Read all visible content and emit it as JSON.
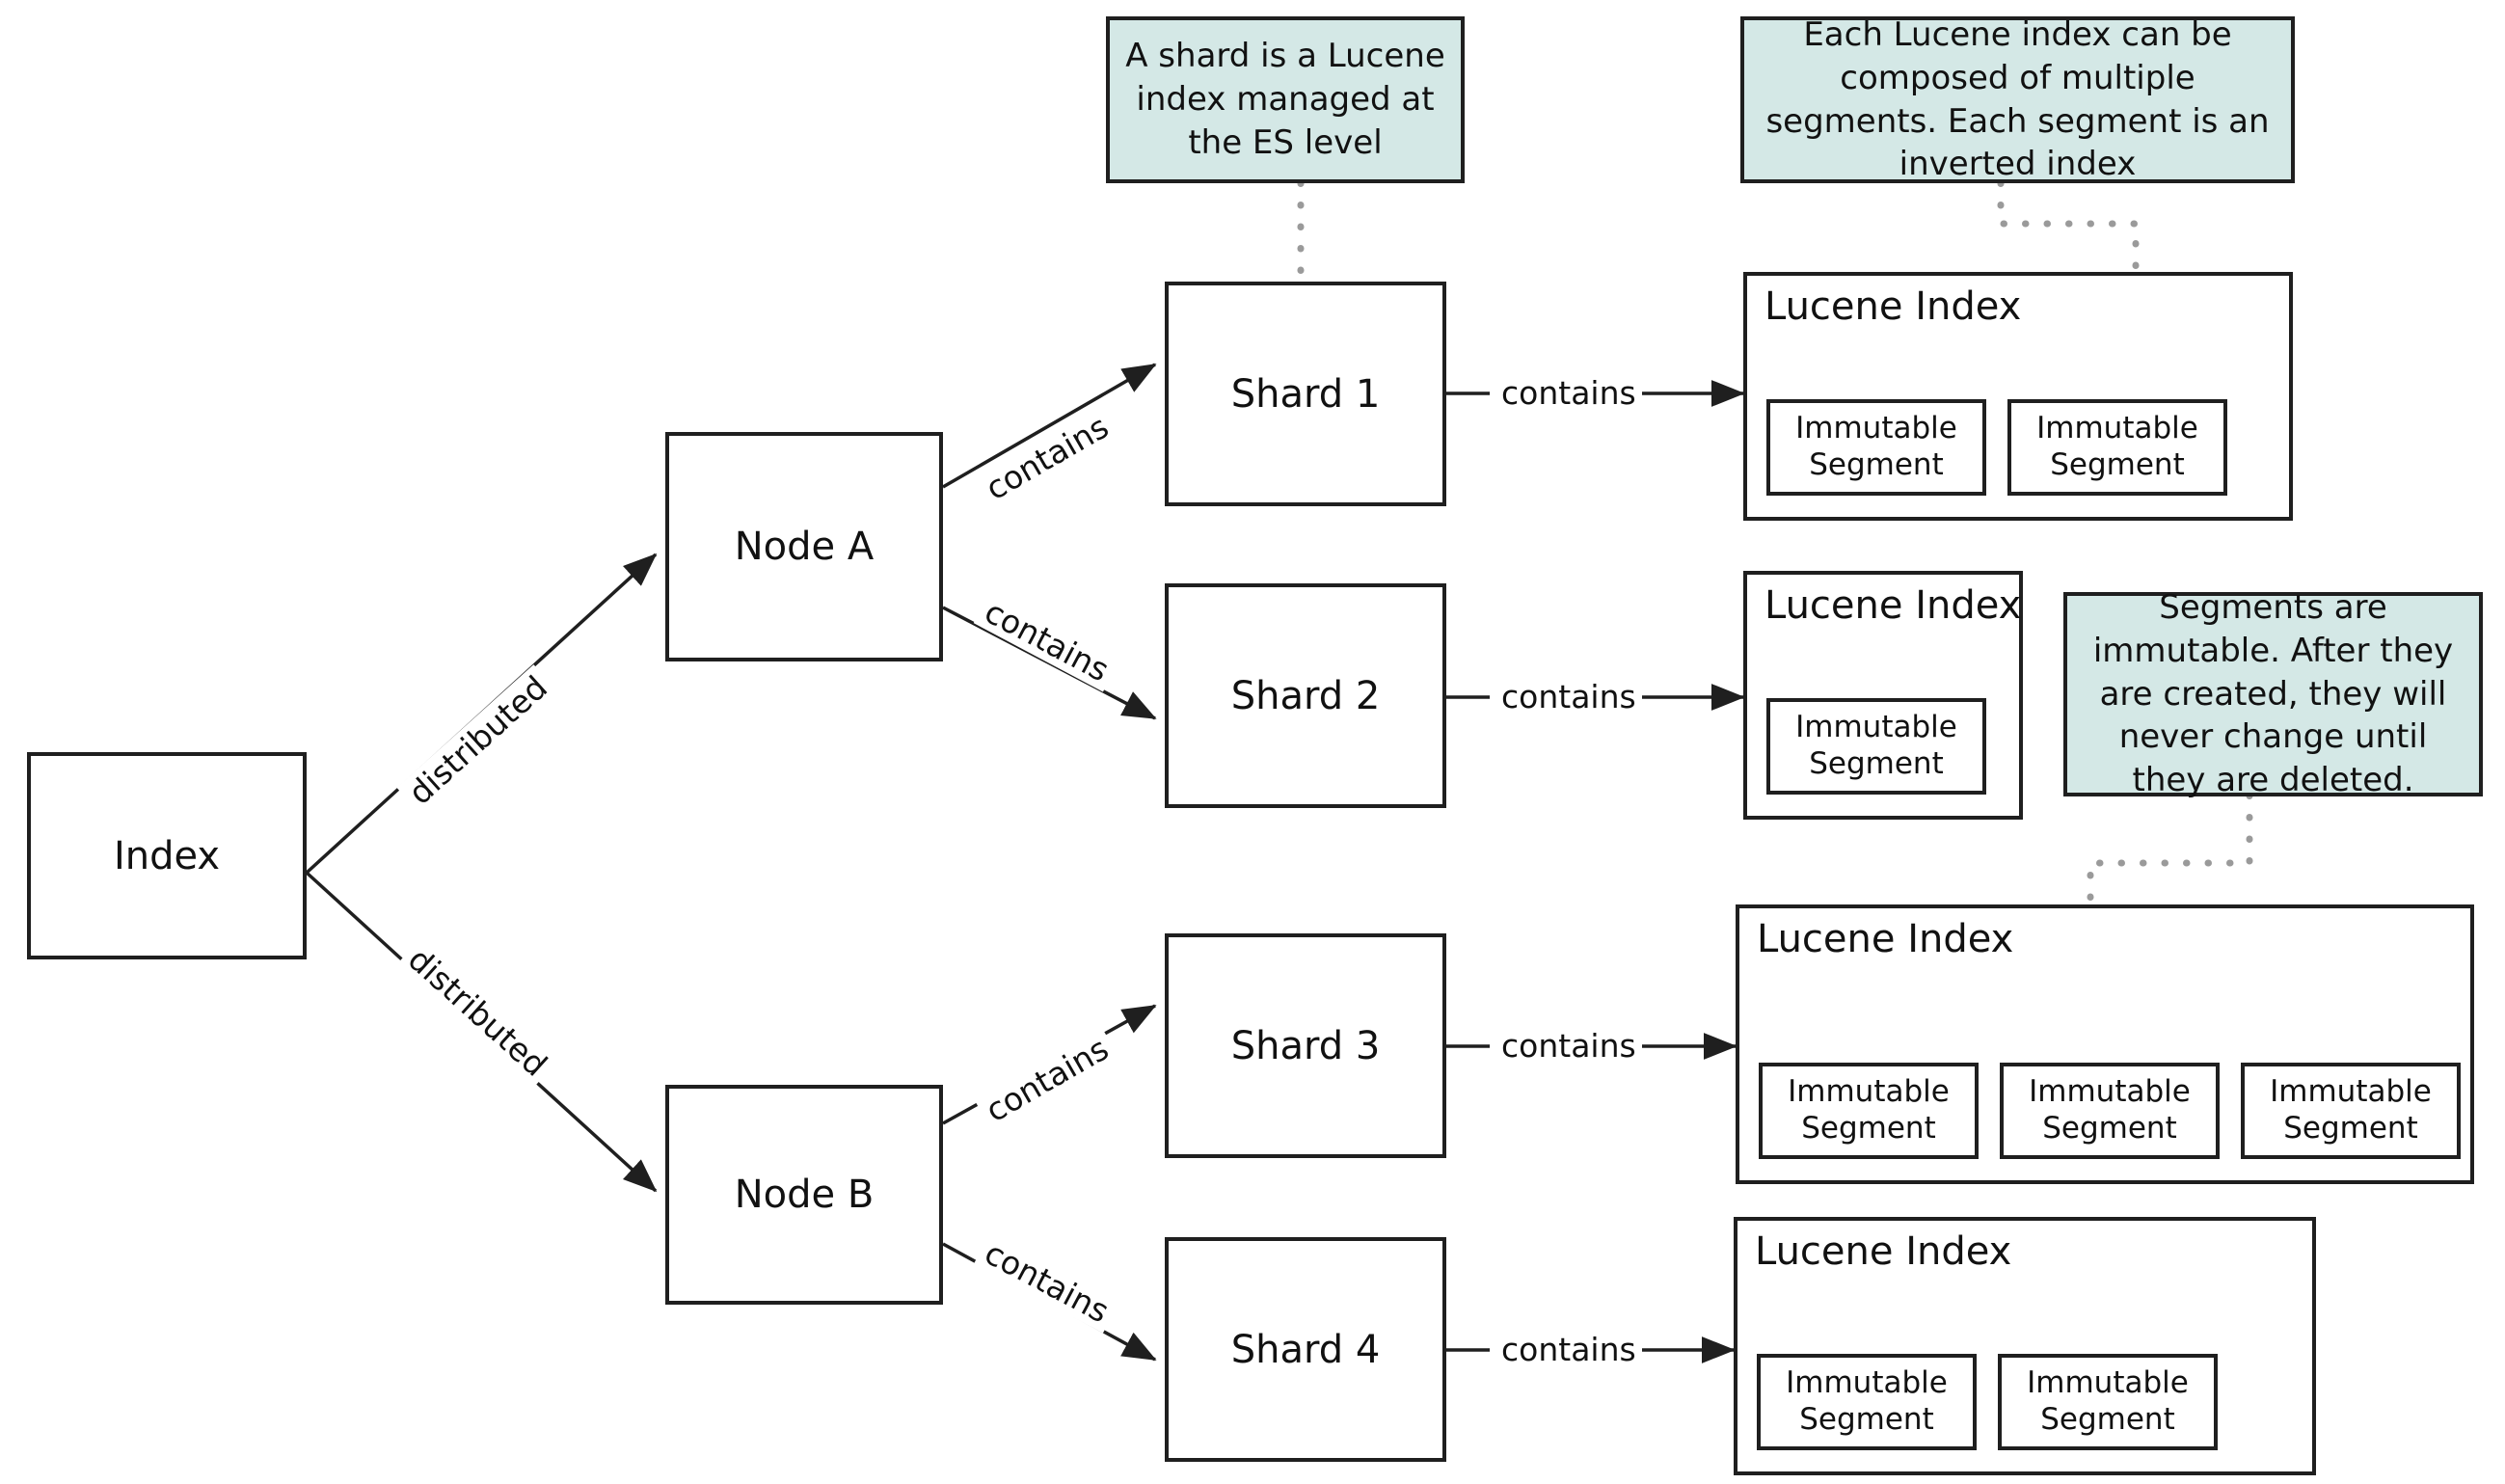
{
  "diagram": {
    "title": "Elasticsearch index, shards, Lucene indexes and segments",
    "colors": {
      "note_fill": "#d4e8e6",
      "stroke": "#1f1f1f",
      "dotted_connector": "#9a9a9a",
      "background": "#ffffff"
    }
  },
  "nodes": {
    "index": {
      "label": "Index"
    },
    "node_a": {
      "label": "Node A"
    },
    "node_b": {
      "label": "Node B"
    },
    "shard_1": {
      "label": "Shard 1"
    },
    "shard_2": {
      "label": "Shard 2"
    },
    "shard_3": {
      "label": "Shard 3"
    },
    "shard_4": {
      "label": "Shard 4"
    }
  },
  "lucene_indexes": [
    {
      "title": "Lucene Index",
      "segments": [
        {
          "line1": "Immutable",
          "line2": "Segment"
        },
        {
          "line1": "Immutable",
          "line2": "Segment"
        }
      ]
    },
    {
      "title": "Lucene Index",
      "segments": [
        {
          "line1": "Immutable",
          "line2": "Segment"
        }
      ]
    },
    {
      "title": "Lucene Index",
      "segments": [
        {
          "line1": "Immutable",
          "line2": "Segment"
        },
        {
          "line1": "Immutable",
          "line2": "Segment"
        },
        {
          "line1": "Immutable",
          "line2": "Segment"
        }
      ]
    },
    {
      "title": "Lucene Index",
      "segments": [
        {
          "line1": "Immutable",
          "line2": "Segment"
        },
        {
          "line1": "Immutable",
          "line2": "Segment"
        }
      ]
    }
  ],
  "notes": [
    {
      "id": "note-shard",
      "text": "A shard is a Lucene index managed at the ES level"
    },
    {
      "id": "note-segments",
      "text": "Each Lucene index can be composed of multiple segments. Each segment is an inverted index"
    },
    {
      "id": "note-immutable",
      "text": "Segments are immutable. After they are created, they will never change until they are deleted."
    }
  ],
  "edges": {
    "index_to_node_a": {
      "label": "distributed"
    },
    "index_to_node_b": {
      "label": "distributed"
    },
    "node_a_to_shard_1": {
      "label": "contains"
    },
    "node_a_to_shard_2": {
      "label": "contains"
    },
    "node_b_to_shard_3": {
      "label": "contains"
    },
    "node_b_to_shard_4": {
      "label": "contains"
    },
    "shard_1_to_lucene_1": {
      "label": "contains"
    },
    "shard_2_to_lucene_2": {
      "label": "contains"
    },
    "shard_3_to_lucene_3": {
      "label": "contains"
    },
    "shard_4_to_lucene_4": {
      "label": "contains"
    }
  }
}
